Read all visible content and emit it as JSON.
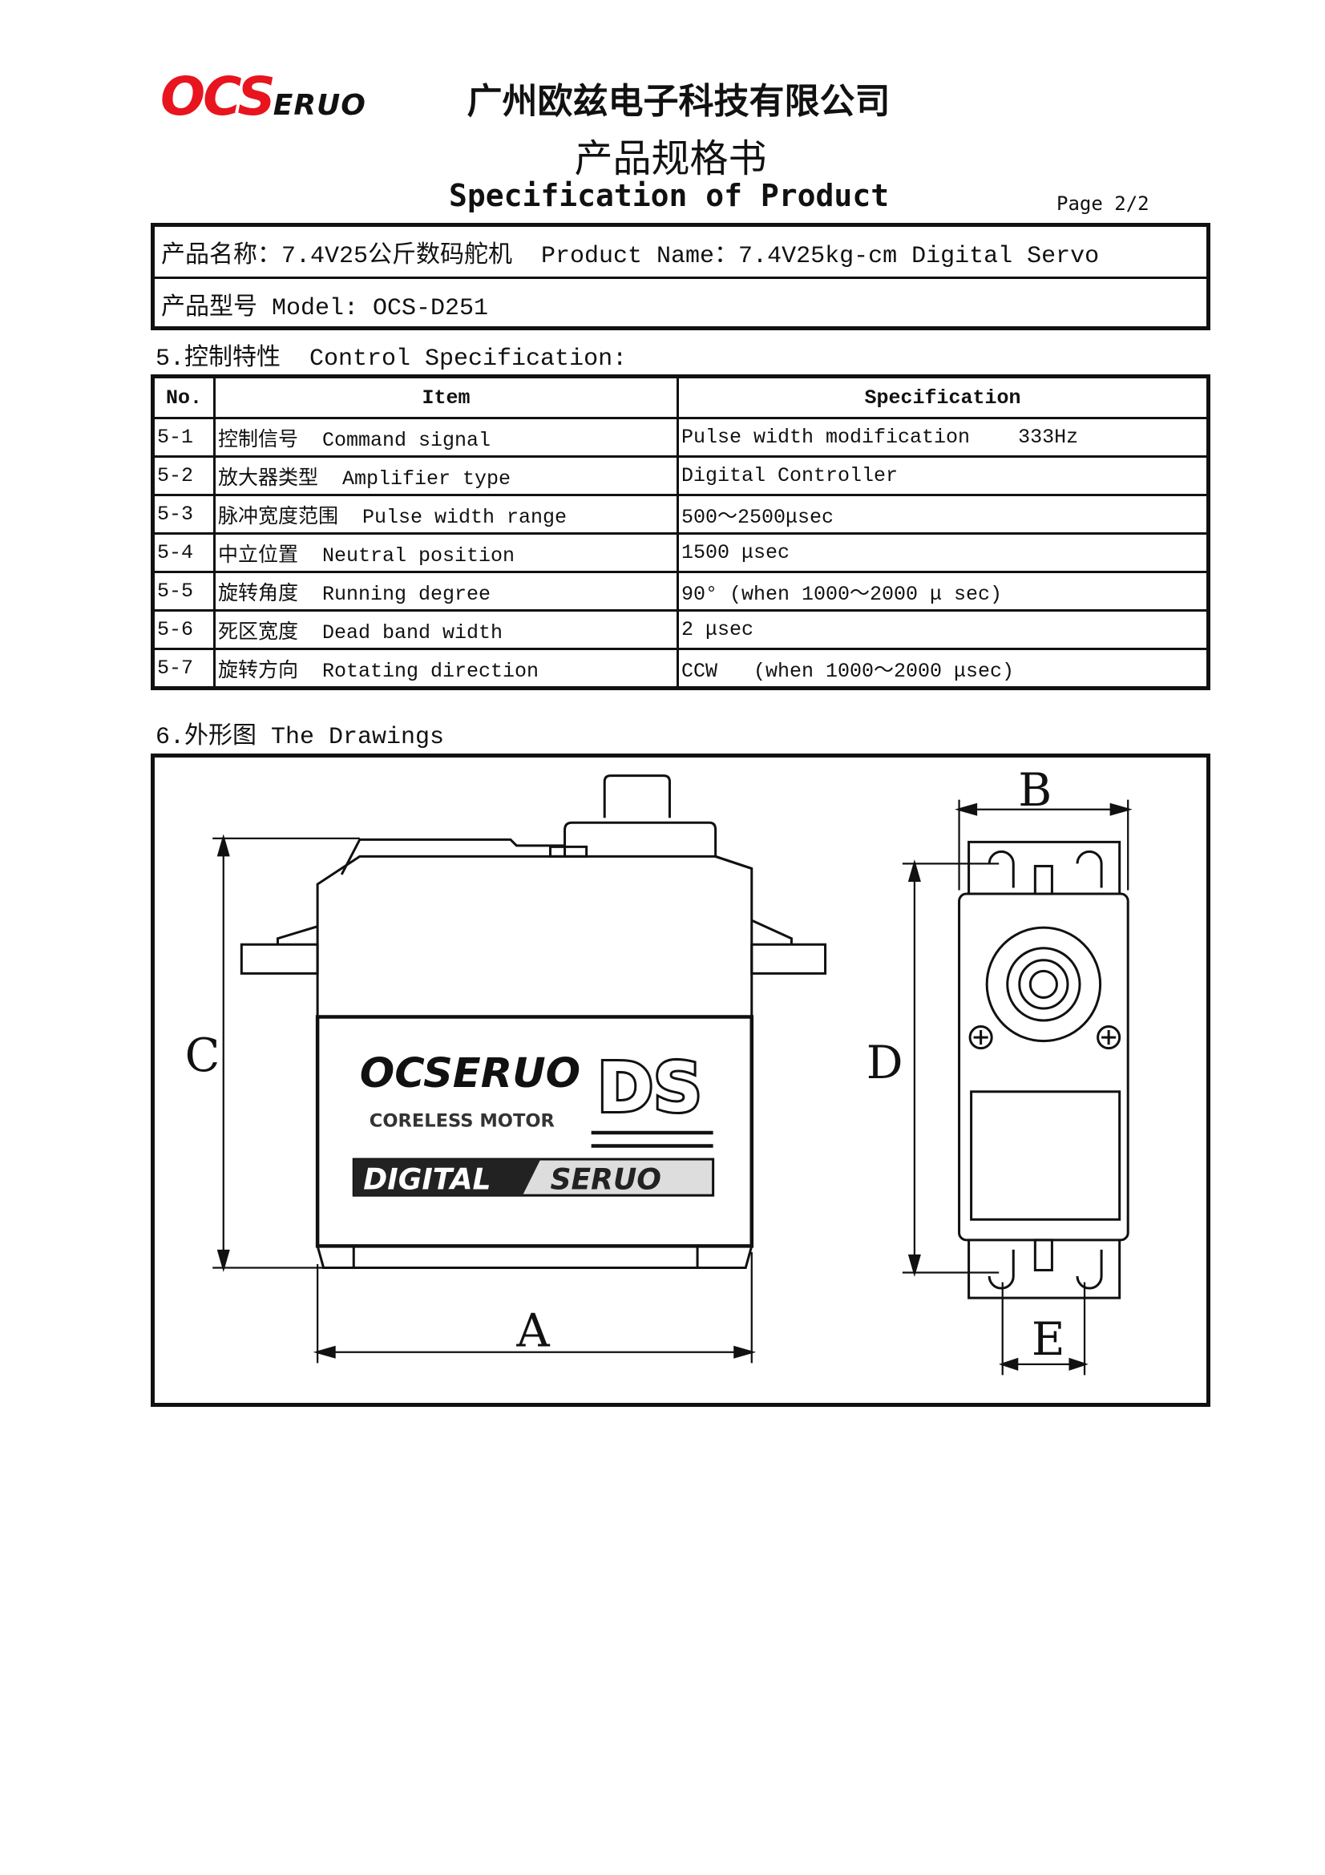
{
  "header": {
    "logo_text": "OCSERUO",
    "logo_red": "OCS",
    "logo_black": "ERUO",
    "company": "广州欧兹电子科技有限公司",
    "doc_title_cn": "产品规格书",
    "doc_title_en": "Specification of Product",
    "page": "Page 2/2"
  },
  "product": {
    "name_line": "产品名称：7.4V25公斤数码舵机  Product Name：7.4V25kg-cm Digital Servo",
    "model_line": "产品型号 Model: OCS-D251"
  },
  "section5": {
    "title": "5.控制特性  Control Specification:",
    "headers": {
      "no": "No.",
      "item": "Item",
      "spec": "Specification"
    },
    "rows": [
      {
        "no": "5-1",
        "item": "控制信号  Command signal",
        "spec": "Pulse width modification    333Hz"
      },
      {
        "no": "5-2",
        "item": "放大器类型  Amplifier type",
        "spec": "Digital Controller"
      },
      {
        "no": "5-3",
        "item": "脉冲宽度范围  Pulse width range",
        "spec": "500～2500μsec"
      },
      {
        "no": "5-4",
        "item": "中立位置  Neutral position",
        "spec": "1500 μsec"
      },
      {
        "no": "5-5",
        "item": "旋转角度  Running degree",
        "spec": "90° (when 1000～2000 μ sec)"
      },
      {
        "no": "5-6",
        "item": "死区宽度  Dead band width",
        "spec": "2 μsec"
      },
      {
        "no": "5-7",
        "item": "旋转方向  Rotating direction",
        "spec": "CCW   (when 1000～2000 μsec)"
      }
    ]
  },
  "section6": {
    "title": "6.外形图 The Drawings",
    "dims": {
      "a": "A",
      "b": "B",
      "c": "C",
      "d": "D",
      "e": "E"
    },
    "servo_label": {
      "brand": "OCSERUO",
      "motor": "CORELESS MOTOR",
      "ds": "DS",
      "digital": "DIGITAL",
      "servo": "SERUO"
    }
  },
  "colors": {
    "brand_red": "#e8141e",
    "ink": "#111111"
  }
}
